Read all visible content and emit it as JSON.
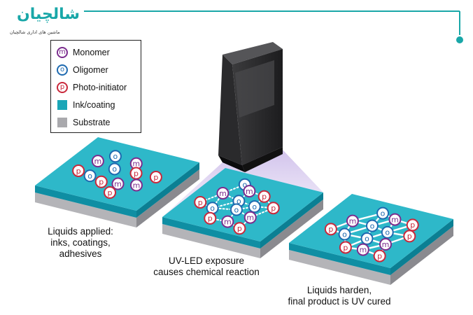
{
  "brand": {
    "name": "شالچیان",
    "tagline": "ماشین های اداری شالچیان",
    "accent": "#19a7a8"
  },
  "legend": {
    "items": [
      {
        "symbol": "m",
        "label": "Monomer",
        "kind": "circle",
        "color": "#7b2d8e"
      },
      {
        "symbol": "o",
        "label": "Oligomer",
        "kind": "circle",
        "color": "#1e6ab0"
      },
      {
        "symbol": "p",
        "label": "Photo-initiator",
        "kind": "circle",
        "color": "#c9283b"
      },
      {
        "symbol": "",
        "label": "Ink/coating",
        "kind": "square",
        "color": "#1aa6b7"
      },
      {
        "symbol": "",
        "label": "Substrate",
        "kind": "square",
        "color": "#a9a9ad"
      }
    ]
  },
  "stages": [
    {
      "caption": "Liquids applied:\ninks, coatings,\nadhesives",
      "molecules": [
        {
          "t": "o",
          "u": 0.28,
          "v": 0.18
        },
        {
          "t": "m",
          "u": 0.55,
          "v": 0.22
        },
        {
          "t": "m",
          "u": 0.18,
          "v": 0.35
        },
        {
          "t": "o",
          "u": 0.42,
          "v": 0.42
        },
        {
          "t": "p",
          "u": 0.66,
          "v": 0.4
        },
        {
          "t": "p",
          "u": 0.88,
          "v": 0.38
        },
        {
          "t": "p",
          "u": 0.12,
          "v": 0.62
        },
        {
          "t": "o",
          "u": 0.28,
          "v": 0.66
        },
        {
          "t": "p",
          "u": 0.45,
          "v": 0.72
        },
        {
          "t": "m",
          "u": 0.62,
          "v": 0.68
        },
        {
          "t": "m",
          "u": 0.8,
          "v": 0.62
        },
        {
          "t": "p",
          "u": 0.65,
          "v": 0.88
        }
      ]
    },
    {
      "caption": "UV-LED exposure\ncauses chemical reaction",
      "molecules": [
        {
          "t": "o",
          "u": 0.28,
          "v": 0.12
        },
        {
          "t": "m",
          "u": 0.4,
          "v": 0.22
        },
        {
          "t": "p",
          "u": 0.6,
          "v": 0.25
        },
        {
          "t": "m",
          "u": 0.18,
          "v": 0.38
        },
        {
          "t": "o",
          "u": 0.42,
          "v": 0.45
        },
        {
          "t": "o",
          "u": 0.63,
          "v": 0.48
        },
        {
          "t": "p",
          "u": 0.82,
          "v": 0.42
        },
        {
          "t": "p",
          "u": 0.08,
          "v": 0.65
        },
        {
          "t": "o",
          "u": 0.26,
          "v": 0.7
        },
        {
          "t": "o",
          "u": 0.5,
          "v": 0.62
        },
        {
          "t": "m",
          "u": 0.72,
          "v": 0.7
        },
        {
          "t": "p",
          "u": 0.36,
          "v": 0.9
        },
        {
          "t": "m",
          "u": 0.56,
          "v": 0.88
        },
        {
          "t": "p",
          "u": 0.75,
          "v": 0.95
        }
      ],
      "links": [
        [
          0,
          1
        ],
        [
          1,
          2
        ],
        [
          0,
          3
        ],
        [
          1,
          4
        ],
        [
          2,
          5
        ],
        [
          2,
          6
        ],
        [
          3,
          4
        ],
        [
          4,
          5
        ],
        [
          5,
          6
        ],
        [
          3,
          7
        ],
        [
          3,
          8
        ],
        [
          4,
          9
        ],
        [
          5,
          9
        ],
        [
          6,
          10
        ],
        [
          7,
          8
        ],
        [
          8,
          9
        ],
        [
          9,
          10
        ],
        [
          8,
          11
        ],
        [
          9,
          12
        ],
        [
          10,
          13
        ],
        [
          11,
          12
        ],
        [
          12,
          13
        ],
        [
          4,
          8
        ],
        [
          5,
          10
        ]
      ]
    },
    {
      "caption": "Liquids harden,\nfinal product is UV cured",
      "molecules": [
        {
          "t": "o",
          "u": 0.4,
          "v": 0.12
        },
        {
          "t": "m",
          "u": 0.58,
          "v": 0.18
        },
        {
          "t": "p",
          "u": 0.8,
          "v": 0.2
        },
        {
          "t": "m",
          "u": 0.22,
          "v": 0.4
        },
        {
          "t": "o",
          "u": 0.45,
          "v": 0.4
        },
        {
          "t": "o",
          "u": 0.66,
          "v": 0.45
        },
        {
          "t": "p",
          "u": 0.9,
          "v": 0.42
        },
        {
          "t": "p",
          "u": 0.12,
          "v": 0.65
        },
        {
          "t": "o",
          "u": 0.3,
          "v": 0.68
        },
        {
          "t": "o",
          "u": 0.55,
          "v": 0.66
        },
        {
          "t": "m",
          "u": 0.78,
          "v": 0.68
        },
        {
          "t": "p",
          "u": 0.46,
          "v": 0.92
        },
        {
          "t": "m",
          "u": 0.64,
          "v": 0.88
        },
        {
          "t": "p",
          "u": 0.86,
          "v": 0.92
        }
      ],
      "links": [
        [
          0,
          1
        ],
        [
          1,
          2
        ],
        [
          0,
          3
        ],
        [
          0,
          4
        ],
        [
          1,
          4
        ],
        [
          1,
          5
        ],
        [
          2,
          5
        ],
        [
          2,
          6
        ],
        [
          3,
          4
        ],
        [
          4,
          5
        ],
        [
          5,
          6
        ],
        [
          3,
          7
        ],
        [
          3,
          8
        ],
        [
          4,
          8
        ],
        [
          4,
          9
        ],
        [
          5,
          9
        ],
        [
          5,
          10
        ],
        [
          6,
          10
        ],
        [
          7,
          8
        ],
        [
          8,
          9
        ],
        [
          9,
          10
        ],
        [
          8,
          11
        ],
        [
          9,
          11
        ],
        [
          9,
          12
        ],
        [
          10,
          12
        ],
        [
          10,
          13
        ],
        [
          11,
          12
        ],
        [
          12,
          13
        ]
      ]
    }
  ],
  "colors": {
    "m": "#7b2d8e",
    "o": "#1e6ab0",
    "p": "#c9283b",
    "coating_top": "#2eb8c9",
    "coating_edge": "#0f8ea3",
    "substrate": "#b4b4b8",
    "substrate_dark": "#8a8a8f"
  }
}
